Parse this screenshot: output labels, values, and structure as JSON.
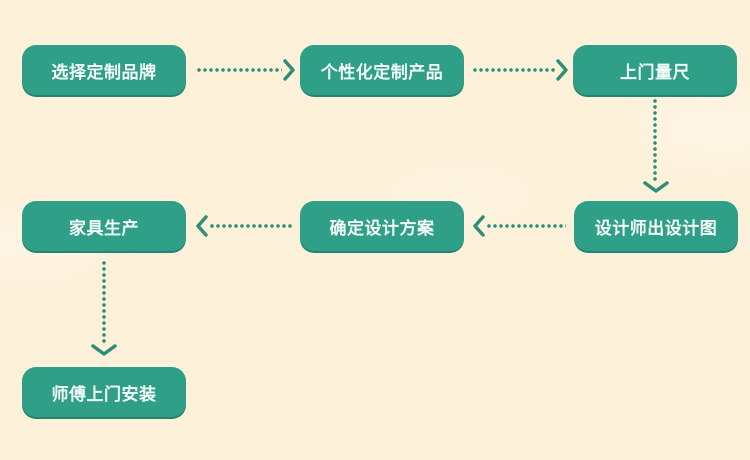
{
  "diagram": {
    "type": "flowchart",
    "colors": {
      "background": "#fdf1d9",
      "box": "#2f9f88",
      "text": "#f4fbf8",
      "connector": "#2e8f78"
    },
    "steps": [
      {
        "id": 1,
        "label": "选择定制品牌"
      },
      {
        "id": 2,
        "label": "个性化定制产品"
      },
      {
        "id": 3,
        "label": "上门量尺"
      },
      {
        "id": 4,
        "label": "设计师出设计图"
      },
      {
        "id": 5,
        "label": "确定设计方案"
      },
      {
        "id": 6,
        "label": "家具生产"
      },
      {
        "id": 7,
        "label": "师傅上门安装"
      }
    ],
    "connections": [
      {
        "from": 1,
        "to": 2,
        "direction": "right",
        "style": "dotted"
      },
      {
        "from": 2,
        "to": 3,
        "direction": "right",
        "style": "dotted"
      },
      {
        "from": 3,
        "to": 4,
        "direction": "down",
        "style": "dotted"
      },
      {
        "from": 4,
        "to": 5,
        "direction": "left",
        "style": "dotted"
      },
      {
        "from": 5,
        "to": 6,
        "direction": "left",
        "style": "dotted"
      },
      {
        "from": 6,
        "to": 7,
        "direction": "down",
        "style": "dotted"
      }
    ]
  }
}
